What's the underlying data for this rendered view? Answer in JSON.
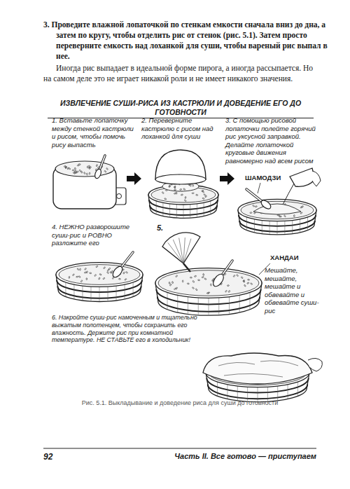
{
  "diagram": {
    "title": "ИЗВЛЕЧЕНИЕ СУШИ-РИСА ИЗ КАСТРЮЛИ И ДОВЕДЕНИЕ ЕГО ДО ГОТОВНОСТИ",
    "caption": "Рис. 5.1. Выкладывание и доведение риса для суши до готовности",
    "labels": [
      "3. Проведите влажной лопаточкой по стенкам емкости сначала вниз до дна, а затем по кругу, чтобы отделить рис от стенок (рис. 5.1). Затем просто переверните емкость над лоханкой для суши, чтобы вареный рис выпал в нее.",
      "Иногда рис выпадает в идеальной форме пирога, а иногда рассыпается. Но на самом деле это не играет никакой роли и не имеет никакого значения.",
      "1. Вставьте лопаточку между стенкой кастрюли и рисом, чтобы помочь рису выпасть",
      "2. Переверните кастрюлю с рисом над лоханкой для суши",
      "3. С помощью рисовой лопаточки полейте горячий рис уксусной заправкой. Делайте лопаточкой круговые движения равномерно над всем рисом",
      "ШАМОДЗИ",
      "4. НЕЖНО разворошите суши-рис и РОВНО разложите его",
      "5.",
      "ХАНДАИ",
      "Мешайте, мешайте, мешайте и обвевайте и обвевайте суши-рис",
      "6. Накройте суши-рис намоченным и тщательно выжатым полотенцем, чтобы сохранить его влажность. Держите рис при комнатной температуре. НЕ СТАВЬТЕ его в холодильник!",
      "92",
      "Часть II. Все готово — приступаем"
    ]
  }
}
